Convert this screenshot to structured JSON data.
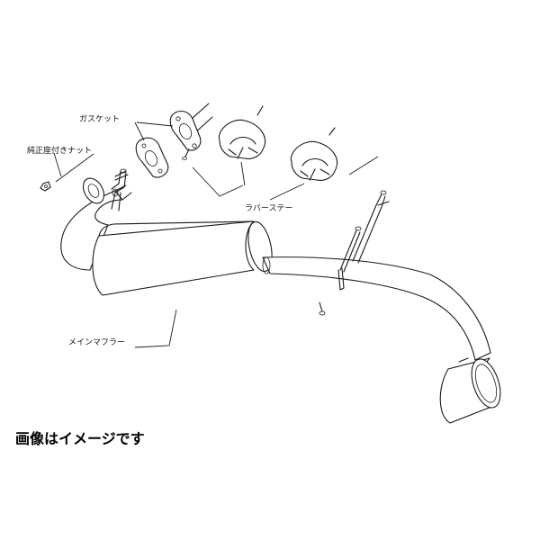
{
  "labels": {
    "gasket": "ガスケット",
    "nut": "純正座付きナット",
    "rubber_stay": "ラバーステー",
    "main_muffler": "メインマフラー"
  },
  "caption": "画像はイメージです",
  "colors": {
    "line": "#1a1a1a",
    "background": "#ffffff",
    "text": "#000000"
  }
}
